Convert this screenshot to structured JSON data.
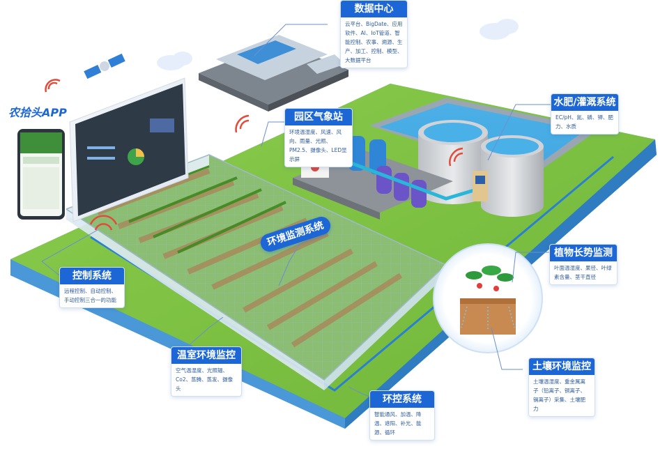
{
  "app_label": "农拾头APP",
  "monitor_tag": "环境监测系统",
  "callouts": {
    "data_center": {
      "title": "数据中心",
      "desc": "云平台、BigDate、应用软件、AI、IoT管道、智能控制、农事、溯源、生产、加工、控制、模型、大数据平台"
    },
    "weather_station": {
      "title": "园区气象站",
      "desc": "环境温湿度、风速、风向、雨量、光照、PM2.5、摄像头、LED显示屏"
    },
    "irrigation": {
      "title": "水肥/灌溉系统",
      "desc": "EC/pH、氮、磷、钾、肥力、水质"
    },
    "control": {
      "title": "控制系统",
      "desc": "远程控制、自动控制、手动控制三合一的功能"
    },
    "plant_growth": {
      "title": "植物长势监测",
      "desc": "叶面温湿度、果径、叶绿素含量、茎干直径"
    },
    "greenhouse_env": {
      "title": "温室环境监控",
      "desc": "空气温湿度、光照辐、Co2、蒸腾、蒸发、摄像头"
    },
    "soil_env": {
      "title": "土壤环境监控",
      "desc": "土壤温湿度、重金属离子（铅离子、铜离子、镉离子）采集、土壤肥力"
    },
    "climate_control": {
      "title": "环控系统",
      "desc": "智能通风、加温、降温、遮阳、补光、能源、循环"
    }
  },
  "colors": {
    "brand_blue": "#1c66d6",
    "text_blue": "#2f5b9a",
    "grass": "#7ec242",
    "grass_dark": "#5aa12e",
    "water": "#3fa6e0",
    "base_blue": "#5fb0e8"
  },
  "icons": [
    "satellite-icon",
    "cloud-icon",
    "wifi-signal-icon",
    "smartphone-icon",
    "dashboard-monitor-icon",
    "server-building-icon",
    "water-tank-icon",
    "pump-icon",
    "strawberry-plant-icon",
    "greenhouse-icon"
  ]
}
